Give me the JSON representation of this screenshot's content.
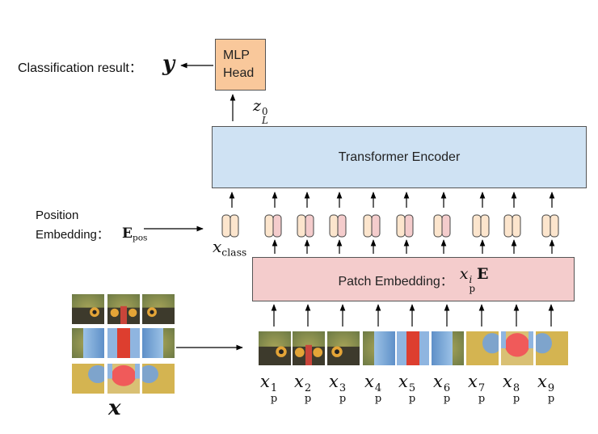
{
  "classification": {
    "label": "Classification result：",
    "output_symbol": "y"
  },
  "mlp_head": {
    "line1": "MLP",
    "line2": "Head"
  },
  "encoder_output": {
    "base": "z",
    "sup": "0",
    "sub": "L"
  },
  "transformer_encoder": {
    "label": "Transformer Encoder"
  },
  "position_embedding": {
    "line1": "Position",
    "line2": "Embedding：",
    "symbol": "E",
    "symbol_sub": "pos"
  },
  "class_token": {
    "base": "x",
    "sub": "class"
  },
  "patch_embedding": {
    "label": "Patch Embedding：",
    "math_base": "x",
    "math_sup": "i",
    "math_sub": "p",
    "math_tail": "E"
  },
  "input_image": {
    "symbol": "x",
    "grid": "3x3",
    "subject": "mandrill face split into 9 patches"
  },
  "patches": [
    {
      "base": "x",
      "sup": "1",
      "sub": "p"
    },
    {
      "base": "x",
      "sup": "2",
      "sub": "p"
    },
    {
      "base": "x",
      "sup": "3",
      "sub": "p"
    },
    {
      "base": "x",
      "sup": "4",
      "sub": "p"
    },
    {
      "base": "x",
      "sup": "5",
      "sub": "p"
    },
    {
      "base": "x",
      "sup": "6",
      "sub": "p"
    },
    {
      "base": "x",
      "sup": "7",
      "sub": "p"
    },
    {
      "base": "x",
      "sup": "8",
      "sub": "p"
    },
    {
      "base": "x",
      "sup": "9",
      "sub": "p"
    }
  ],
  "colors": {
    "mlp_head": "#f9c89b",
    "transformer_encoder": "#cfe2f3",
    "patch_embedding": "#f4cccc",
    "token_position": "#fce5cd",
    "token_patch": "#f4cccc",
    "arrow": "#000000"
  }
}
